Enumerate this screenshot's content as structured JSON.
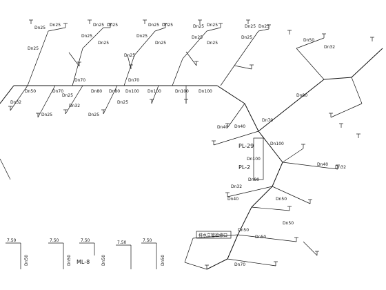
{
  "diagram": {
    "annotation_box": "排水立管检修口",
    "riser_labels": [
      "PL-29",
      "PL-2"
    ],
    "section_label": "ML-8",
    "level_values": [
      "7.50",
      "7.50",
      "7.50",
      "7.50",
      "7.50"
    ],
    "main_dn": [
      "Dn50",
      "Dn70",
      "Dn70",
      "Dn80",
      "Dn80",
      "Dn100",
      "Dn70",
      "Dn100",
      "Dn100",
      "Dn100"
    ],
    "branch_dn": [
      "Dn25",
      "Dn25",
      "Dn25",
      "Dn25",
      "Dn25",
      "Dn25",
      "Dn25",
      "Dn25",
      "Dn25",
      "Dn25",
      "Dn25",
      "Dn25",
      "Dn25",
      "Dn25",
      "Dn25",
      "Dn25",
      "Dn25",
      "Dn25",
      "Dn25",
      "Dn25",
      "Dn25",
      "Dn25",
      "Dn25",
      "Dn32",
      "Dn32",
      "Dn32",
      "Dn32",
      "Dn32",
      "Dn40",
      "Dn40",
      "Dn40",
      "Dn40",
      "Dn50",
      "Dn50",
      "Dn50",
      "Dn50",
      "Dn50",
      "Dn70",
      "Dn70",
      "Dn80",
      "Dn80",
      "Dn100",
      "Dn100"
    ],
    "bottom_dn": [
      "Dn50",
      "Dn50",
      "Dn50",
      "Dn50"
    ]
  }
}
